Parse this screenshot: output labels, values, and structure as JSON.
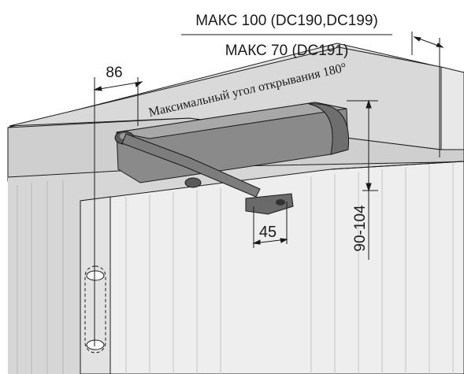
{
  "labels": {
    "max_top": "МАКС 100 (DC190,DC199)",
    "max_bottom": "МАКС 70 (DC191)",
    "dim_86": "86",
    "max_angle": "Максимальный угол открывания 180°",
    "dim_45": "45",
    "dim_90_104": "90-104"
  },
  "colors": {
    "wall": "#d9d9d9",
    "wall_dark": "#bdbdbd",
    "door": "#ececec",
    "closer_body": "#7a7a7a",
    "closer_dark": "#4d4d4d",
    "line": "#1a1a1a"
  }
}
